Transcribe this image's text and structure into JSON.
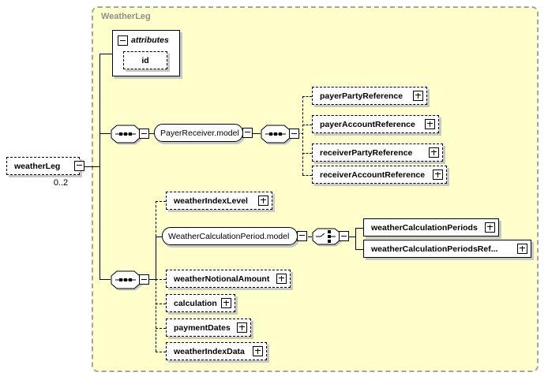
{
  "diagram": {
    "container_label": "WeatherLeg",
    "colors": {
      "container_fill": "#FFFFCC",
      "container_border": "#A4A4A4",
      "container_label_color": "#8E8E8E",
      "box_shadow": "#C8C8C8",
      "box_fill": "#FFFFFF",
      "line_color": "#000000"
    },
    "icons": {
      "sequence": "sequence-compositor",
      "choice": "choice-compositor",
      "collapse": "minus-box",
      "expand": "plus-box"
    },
    "nodes": {
      "weatherLeg": {
        "label": "weatherLeg",
        "cardinality": "0..2"
      },
      "attributes": {
        "label": "attributes"
      },
      "id": {
        "label": "id"
      },
      "payerReceiverModel": {
        "label": "PayerReceiver.model"
      },
      "payerPartyReference": {
        "label": "payerPartyReference"
      },
      "payerAccountReference": {
        "label": "payerAccountReference"
      },
      "receiverPartyReference": {
        "label": "receiverPartyReference"
      },
      "receiverAccountReference": {
        "label": "receiverAccountReference"
      },
      "weatherIndexLevel": {
        "label": "weatherIndexLevel"
      },
      "weatherCalculationPeriodModel": {
        "label": "WeatherCalculationPeriod.model"
      },
      "weatherCalculationPeriods": {
        "label": "weatherCalculationPeriods"
      },
      "weatherCalculationPeriodsRef": {
        "label": "weatherCalculationPeriodsRef..."
      },
      "weatherNotionalAmount": {
        "label": "weatherNotionalAmount"
      },
      "calculation": {
        "label": "calculation"
      },
      "paymentDates": {
        "label": "paymentDates"
      },
      "weatherIndexData": {
        "label": "weatherIndexData"
      }
    }
  }
}
